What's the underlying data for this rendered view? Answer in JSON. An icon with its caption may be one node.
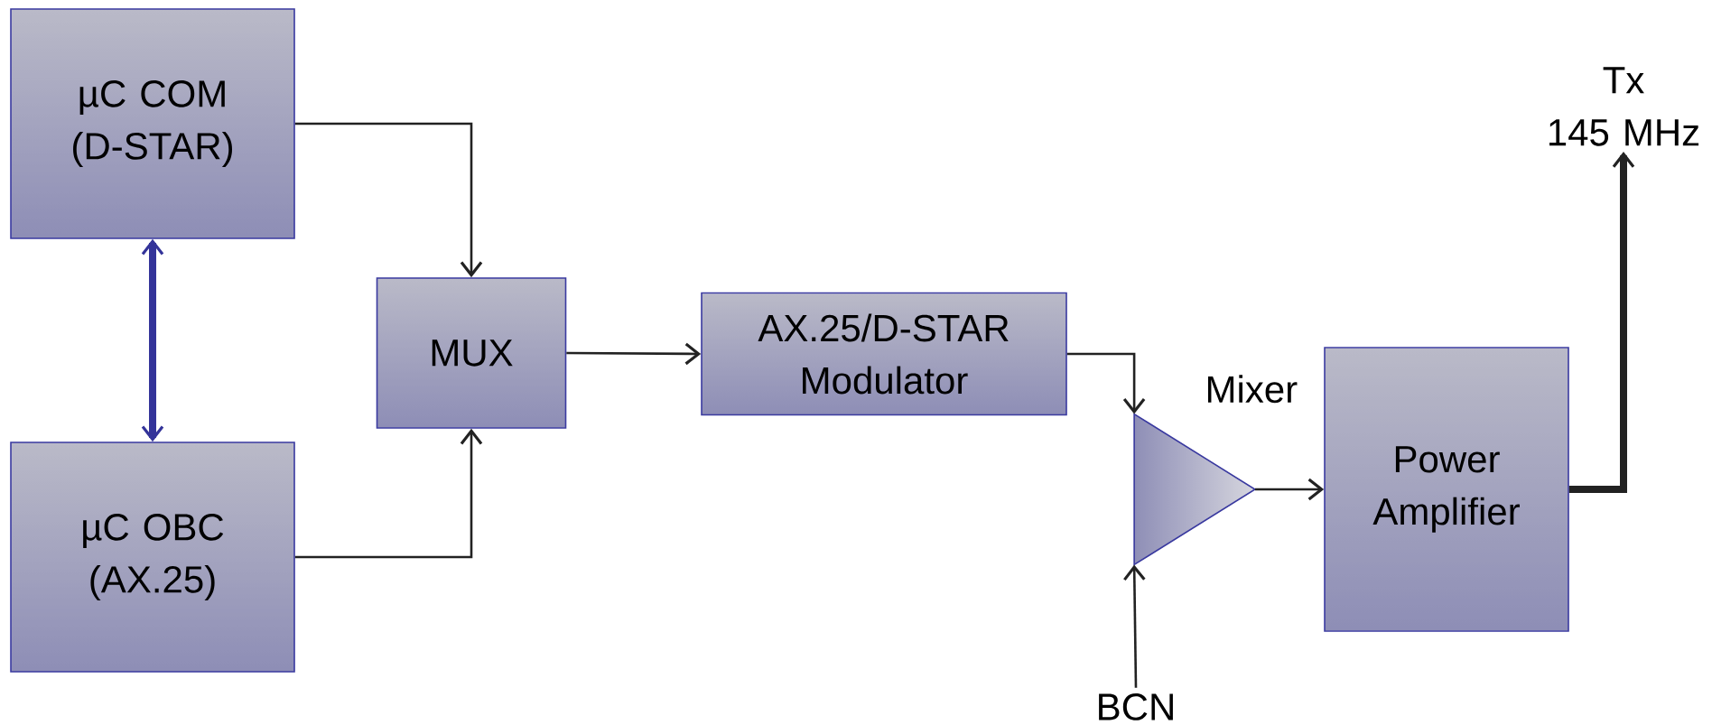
{
  "diagram": {
    "nodes": [
      {
        "text": [
          "µC COM (D-STAR)"
        ]
      },
      {
        "text": [
          "µC OBC (AX.25)"
        ]
      },
      {
        "text": [
          "MUX"
        ]
      },
      {
        "text": [
          "AX.25/D-STAR Modulator"
        ]
      },
      {
        "text": [],
        "shape": "triangle",
        "beside": [
          "Mixer"
        ]
      },
      {
        "text": [
          "Power Amplifier"
        ]
      },
      {
        "text": [
          "BCN"
        ]
      },
      {
        "text": [
          "Tx",
          "145 MHz"
        ]
      }
    ],
    "edges": [
      {
        "from": 0,
        "to": 2,
        "arrow": "to"
      },
      {
        "from": 1,
        "to": 2,
        "arrow": "to"
      },
      {
        "from": 0,
        "to": 1,
        "arrow": "both",
        "style": "thick",
        "color": "#333399"
      },
      {
        "from": 2,
        "to": 3,
        "arrow": "to"
      },
      {
        "from": 3,
        "to": 4,
        "arrow": "to"
      },
      {
        "from": 6,
        "to": 4,
        "arrow": "to"
      },
      {
        "from": 4,
        "to": 5,
        "arrow": "to"
      },
      {
        "from": 5,
        "to": 7,
        "arrow": "to",
        "style": "thick"
      }
    ]
  }
}
